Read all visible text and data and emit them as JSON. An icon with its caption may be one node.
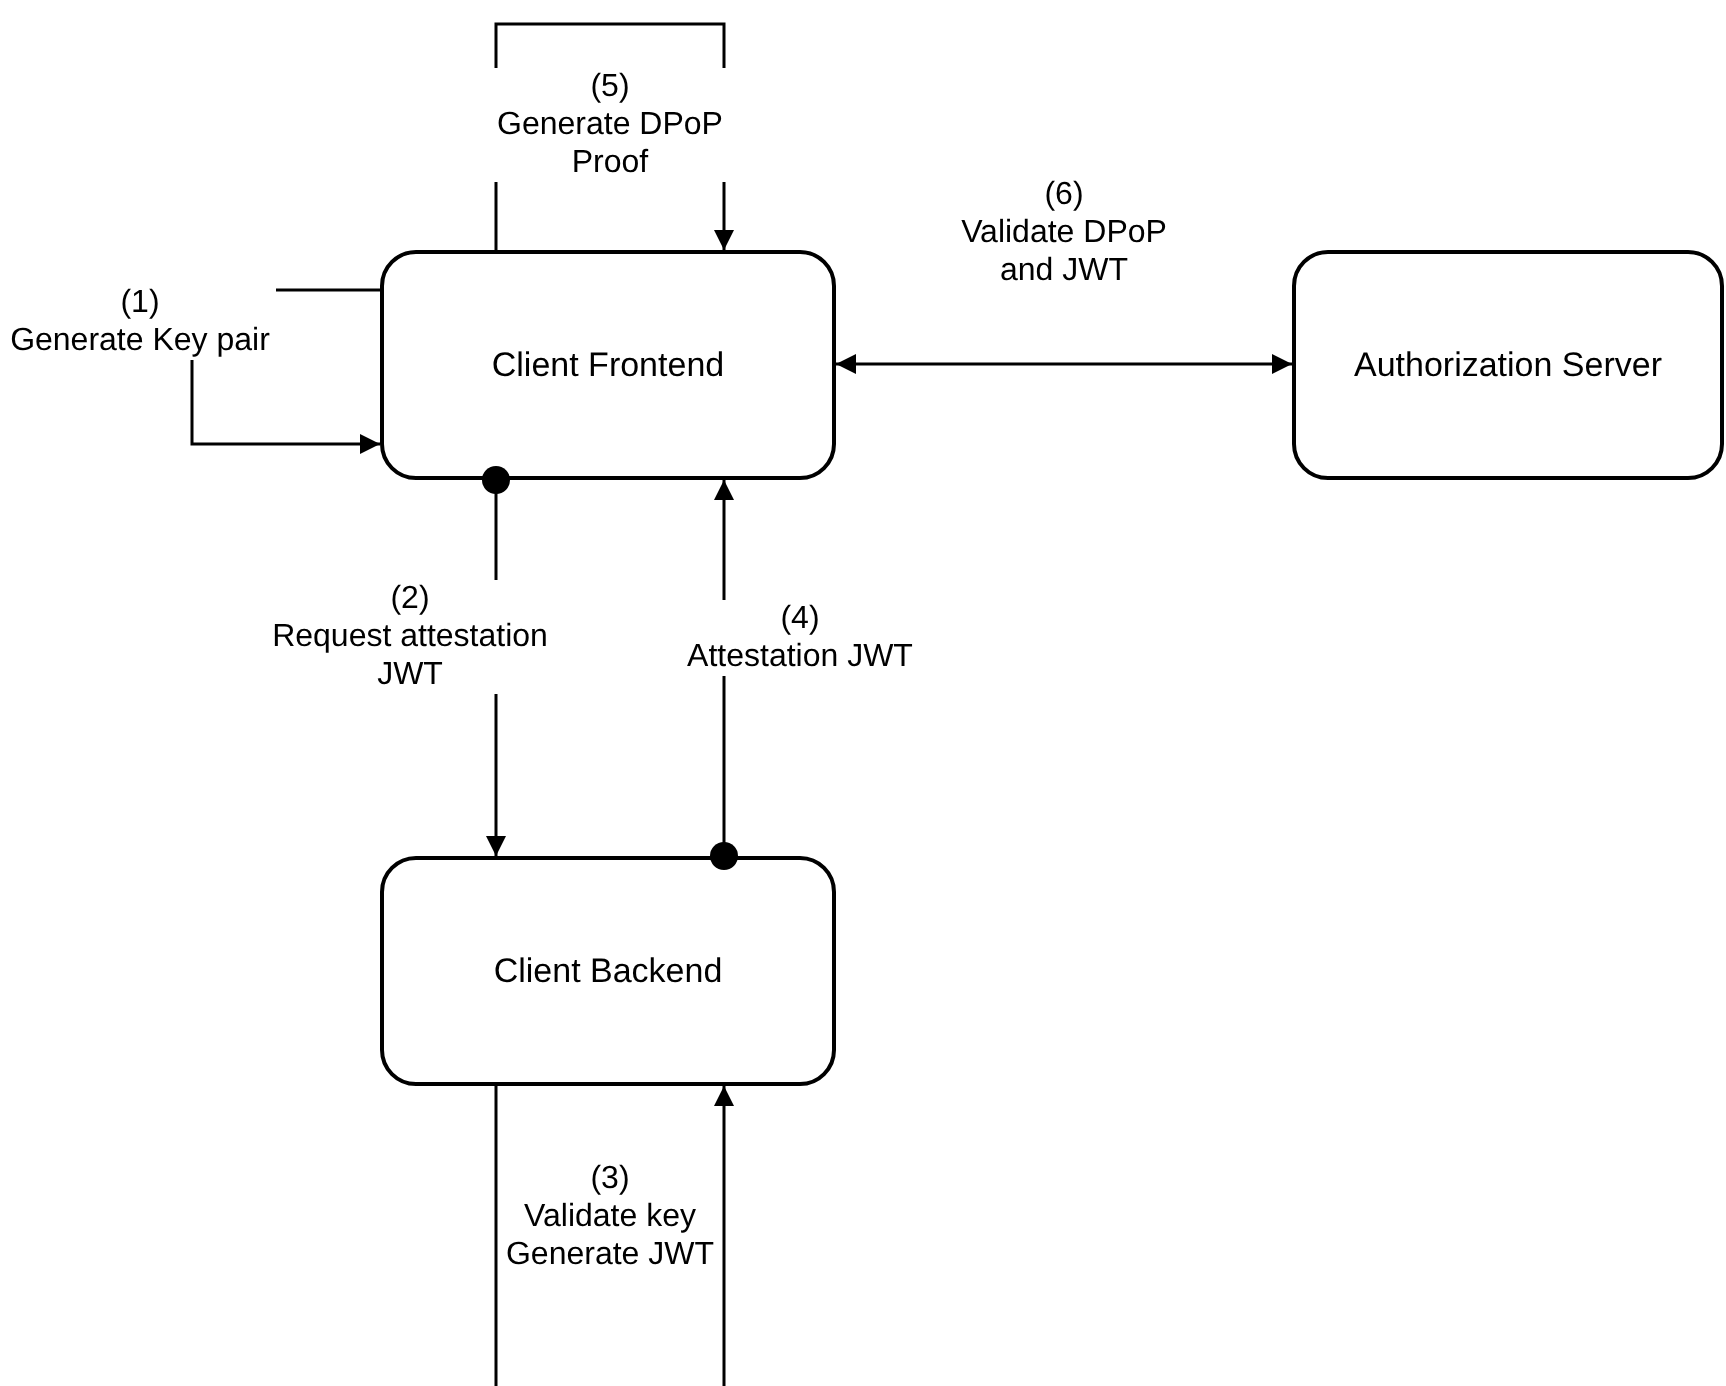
{
  "diagram": {
    "nodes": [
      {
        "text": [
          "Client Frontend"
        ]
      },
      {
        "text": [
          "Authorization Server"
        ]
      },
      {
        "text": [
          "Client Backend"
        ]
      }
    ],
    "edges": [
      {
        "from": 0,
        "to": 0,
        "arrow": "to",
        "label": "(1) Generate Key pair"
      },
      {
        "from": 0,
        "to": 0,
        "arrow": "to",
        "label": "(5) Generate DPoP Proof"
      },
      {
        "from": 0,
        "to": 1,
        "arrow": "both",
        "label": "(6) Validate DPoP and JWT"
      },
      {
        "from": 0,
        "to": 2,
        "arrow": "to",
        "label": "(2) Request attestation JWT"
      },
      {
        "from": 2,
        "to": 0,
        "arrow": "to",
        "label": "(4) Attestation JWT"
      },
      {
        "from": 2,
        "to": 2,
        "arrow": "to",
        "label": "(3) Validate key Generate JWT"
      }
    ]
  }
}
